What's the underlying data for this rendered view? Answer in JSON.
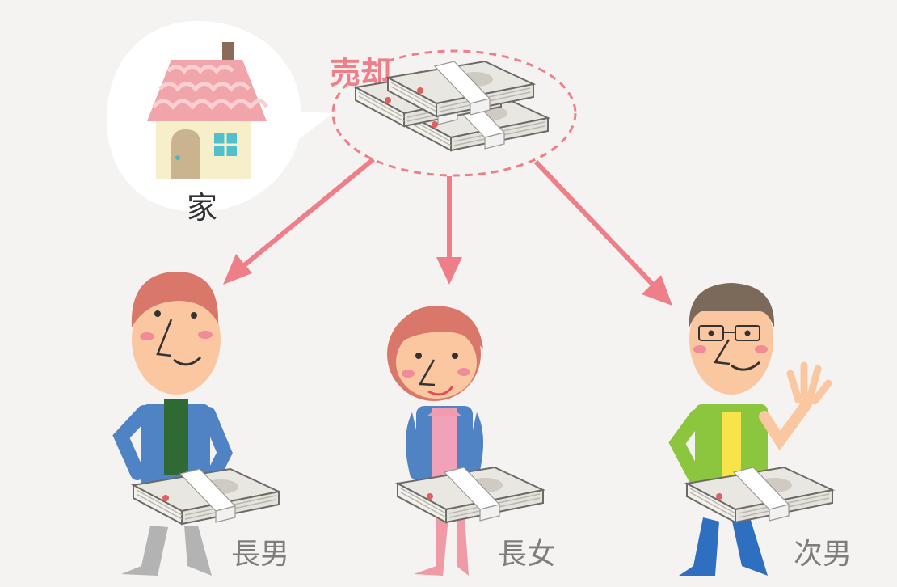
{
  "diagram": {
    "house_label": "家",
    "sale_label": "売却",
    "heirs": [
      {
        "label": "長男"
      },
      {
        "label": "長女"
      },
      {
        "label": "次男"
      }
    ]
  },
  "colors": {
    "background": "#f5f3f1",
    "accent_pink": "#ee7f88",
    "label_gray": "#7d7d7d",
    "bubble": "#ffffff"
  },
  "icons": {
    "house": "house-icon",
    "cash": "cash-bundle-icon",
    "arrow": "arrow-down-icon"
  }
}
